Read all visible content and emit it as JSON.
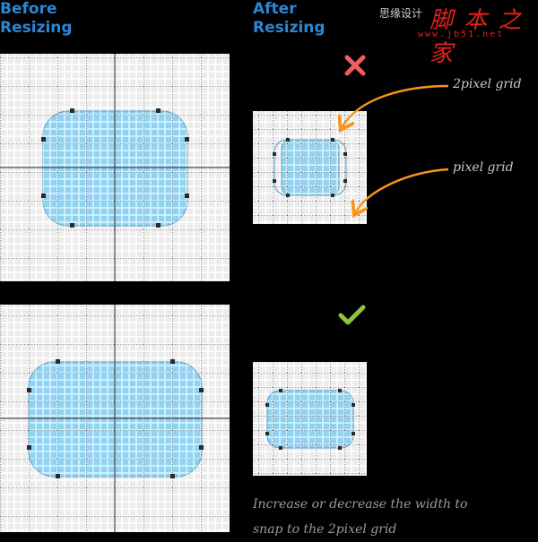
{
  "headings": {
    "before": [
      "Before",
      "Resizing"
    ],
    "after": [
      "After",
      "Resizing"
    ]
  },
  "watermark": {
    "brand": "思缘设计",
    "site": "脚 本 之 家",
    "url": "www.jb51.net"
  },
  "annotations": {
    "two_pixel_grid": "2pixel grid",
    "pixel_grid": "pixel grid"
  },
  "caption": {
    "line1": "Increase or decrease the width to",
    "line2": "snap to the 2pixel grid"
  },
  "marks": {
    "wrong": "cross-icon",
    "right": "check-icon",
    "wrong_color": "#f25d5d",
    "right_color": "#8cc63f"
  },
  "colors": {
    "heading": "#2b86d6",
    "shape_fill": "#8ed3f3",
    "arrow": "#f7941d",
    "grid_bg": "#ececec"
  }
}
